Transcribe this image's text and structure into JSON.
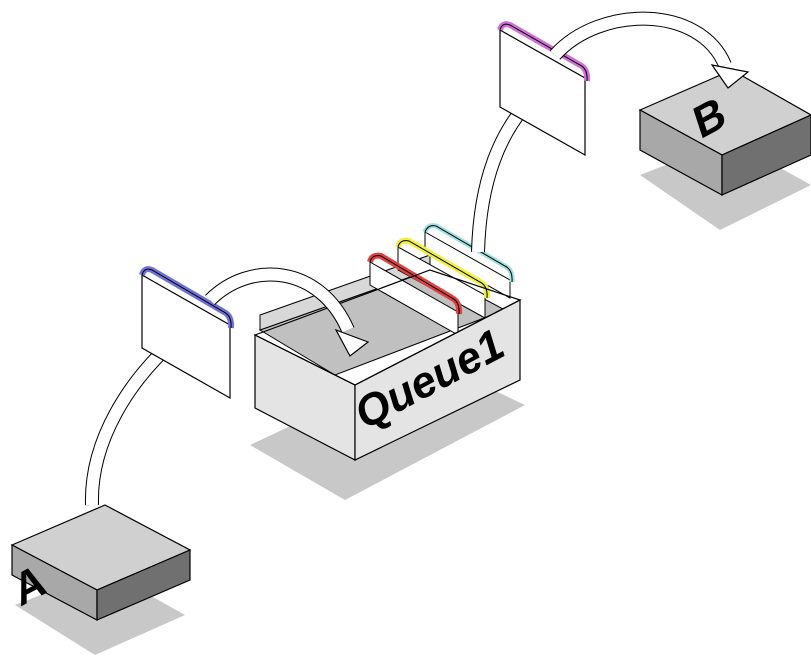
{
  "diagram": {
    "node_a_label": "A",
    "node_b_label": "B",
    "queue_label": "Queue1",
    "messages": [
      {
        "name": "message-sent",
        "color": "#7070d8"
      },
      {
        "name": "message-delivered",
        "color": "#d070d8"
      }
    ],
    "queued_messages": [
      {
        "name": "queued-message-red",
        "color": "#e04040"
      },
      {
        "name": "queued-message-yellow",
        "color": "#f0f040"
      },
      {
        "name": "queued-message-cyan",
        "color": "#a0e0e0"
      }
    ],
    "colors": {
      "box_top": "#d0d0d0",
      "box_left": "#a8a8a8",
      "box_right": "#707070",
      "shadow": "#c8c8c8",
      "queue_face": "#e4e4e4",
      "queue_inside": "#c0c0c0",
      "outline": "#000000"
    }
  }
}
